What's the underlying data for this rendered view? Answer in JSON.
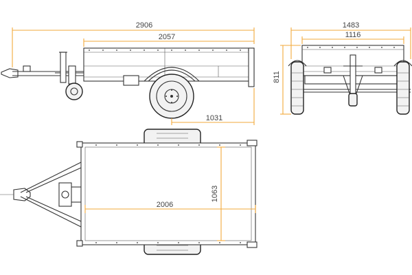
{
  "colors": {
    "line": "#333333",
    "dimension": "#f2a93b",
    "background": "#ffffff"
  },
  "dimensions": {
    "side_total_length": "2906",
    "side_box_length": "2057",
    "side_axle_to_rear": "1031",
    "front_total_width": "1483",
    "front_box_width": "1116",
    "front_height": "811",
    "top_box_length": "2006",
    "top_box_width": "1063"
  }
}
